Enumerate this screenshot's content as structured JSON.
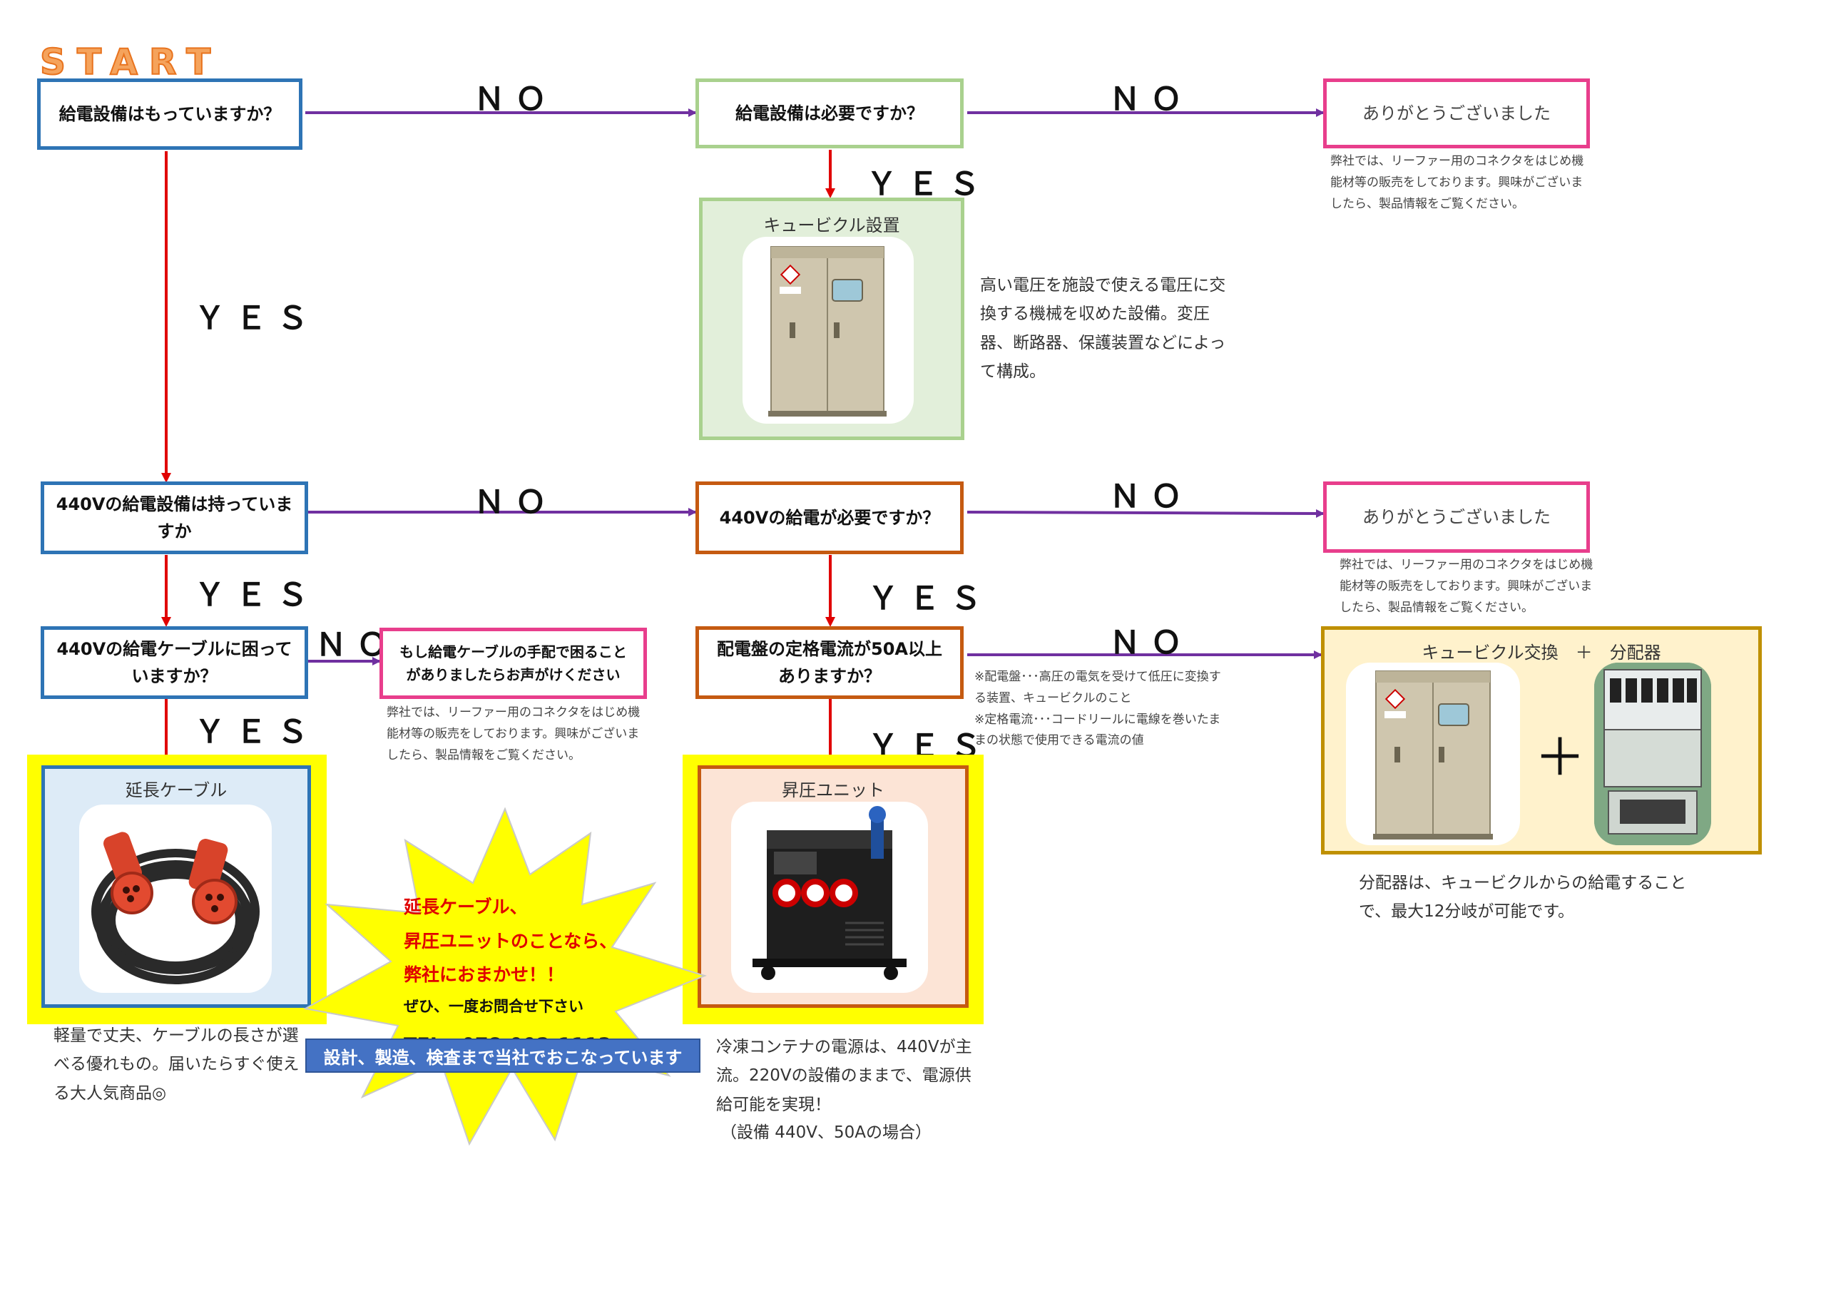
{
  "start_label": "START",
  "edge_labels": {
    "no": "ＮＯ",
    "yes": "ＹＥＳ"
  },
  "q1": "給電設備はもっていますか？",
  "q2": "給電設備は必要ですか？",
  "q3": "440Vの給電設備は持っていますか",
  "q4": "440Vの給電が必要ですか？",
  "q5": "440Vの給電ケーブルに困っていますか？",
  "q6": "配電盤の定格電流が50A以上ありますか？",
  "thanks_1": "ありがとうございました",
  "thanks_2": "ありがとうございました",
  "company_note": "弊社では、リーファー用のコネクタをはじめ機能材等の販売をしております。興味がございましたら、製品情報をご覧ください。",
  "contact_box": "もし給電ケーブルの手配で困ることがありましたらお声がけください",
  "cubicle_setup": {
    "title": "キュービクル設置",
    "description": "高い電圧を施設で使える電圧に交換する機械を収めた設備。変圧器、断路器、保護装置などによって構成。"
  },
  "cubicle_exchange": {
    "title": "キュービクル交換　＋　分配器",
    "plus": "＋",
    "description": "分配器は、キュービクルからの給電することで、最大12分岐が可能です。"
  },
  "definitions": [
    "※配電盤･･･高圧の電気を受けて低圧に変換する装置、キュービクルのこと",
    "※定格電流･･･コードリールに電線を巻いたままの状態で使用できる電流の値"
  ],
  "extension_cable": {
    "title": "延長ケーブル",
    "description": "軽量で丈夫、ケーブルの長さが選べる優れもの。届いたらすぐ使える大人気商品◎"
  },
  "booster_unit": {
    "title": "昇圧ユニット",
    "description": "冷凍コンテナの電源は、440Vが主流。220Vの設備のままで、電源供給可能を実現！",
    "note": "（設備 440V、50Aの場合）"
  },
  "burst": {
    "line1": "延長ケーブル、",
    "line2": "昇圧ユニットのことなら、",
    "line3": "弊社におまかせ！！",
    "line4": "ぜひ、一度お問合せ下さい",
    "tel": "TEL：078-992-1113"
  },
  "banner": "設計、製造、検査まで当社でおこなっています",
  "colors": {
    "blue": "#2e74b5",
    "green": "#a9d18e",
    "orange": "#c55a11",
    "pink": "#e83e8c",
    "purple_arrow": "#7030a0",
    "red_arrow": "#e00000",
    "highlight_yellow": "#ffff00",
    "banner_blue": "#4472c4"
  },
  "icons": [
    "cubicle-cabinet-image",
    "distributor-panel-image",
    "extension-cable-image",
    "booster-unit-image",
    "start-burst-shape"
  ]
}
